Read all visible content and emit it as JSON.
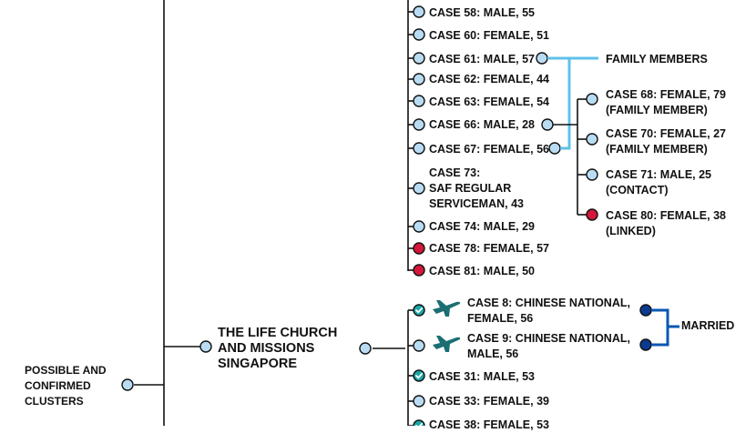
{
  "colors": {
    "line_black": "#111111",
    "node_light": "#b9dcf2",
    "node_red": "#d4173a",
    "node_teal": "#1aa6a6",
    "node_navy": "#0b3b8f",
    "family_link": "#5fc1e8",
    "married_link": "#0b57b3",
    "plane": "#1b6f73"
  },
  "icons": {
    "node": "circle-node-icon",
    "check": "check-icon",
    "plane": "airplane-icon"
  },
  "root": {
    "label": "POSSIBLE AND\nCONFIRMED\nCLUSTERS"
  },
  "cluster": {
    "label": "THE LIFE CHURCH\nAND MISSIONS\nSINGAPORE"
  },
  "upper_cases": [
    {
      "label": "CASE 58: MALE, 55",
      "status": "light"
    },
    {
      "label": "CASE 60: FEMALE, 51",
      "status": "light"
    },
    {
      "label": "CASE 61: MALE, 57",
      "status": "light"
    },
    {
      "label": "CASE 62: FEMALE, 44",
      "status": "light"
    },
    {
      "label": "CASE 63: FEMALE, 54",
      "status": "light"
    },
    {
      "label": "CASE 66: MALE, 28",
      "status": "light"
    },
    {
      "label": "CASE 67: FEMALE, 56",
      "status": "light"
    },
    {
      "label": "CASE 73:\nSAF REGULAR\nSERVICEMAN, 43",
      "status": "light"
    },
    {
      "label": "CASE 74: MALE, 29",
      "status": "light"
    },
    {
      "label": "CASE 78: FEMALE, 57",
      "status": "red"
    },
    {
      "label": "CASE 81: MALE, 50",
      "status": "red"
    }
  ],
  "family_label": "FAMILY MEMBERS",
  "contacts_66": [
    {
      "label": "CASE 68: FEMALE, 79\n(FAMILY MEMBER)",
      "status": "light"
    },
    {
      "label": "CASE 70: FEMALE, 27\n(FAMILY MEMBER)",
      "status": "light"
    },
    {
      "label": "CASE 71: MALE, 25\n(CONTACT)",
      "status": "light"
    },
    {
      "label": "CASE 80: FEMALE, 38\n(LINKED)",
      "status": "red"
    }
  ],
  "church_cases": [
    {
      "label": "CASE 8: CHINESE NATIONAL,\nFEMALE, 56",
      "status": "teal",
      "imported": true
    },
    {
      "label": "CASE 9: CHINESE NATIONAL,\nMALE, 56",
      "status": "light",
      "imported": true
    },
    {
      "label": "CASE 31: MALE, 53",
      "status": "teal",
      "imported": false
    },
    {
      "label": "CASE 33: FEMALE, 39",
      "status": "light",
      "imported": false
    },
    {
      "label": "CASE 38: FEMALE, 53",
      "status": "teal",
      "imported": false
    }
  ],
  "married_label": "MARRIED"
}
